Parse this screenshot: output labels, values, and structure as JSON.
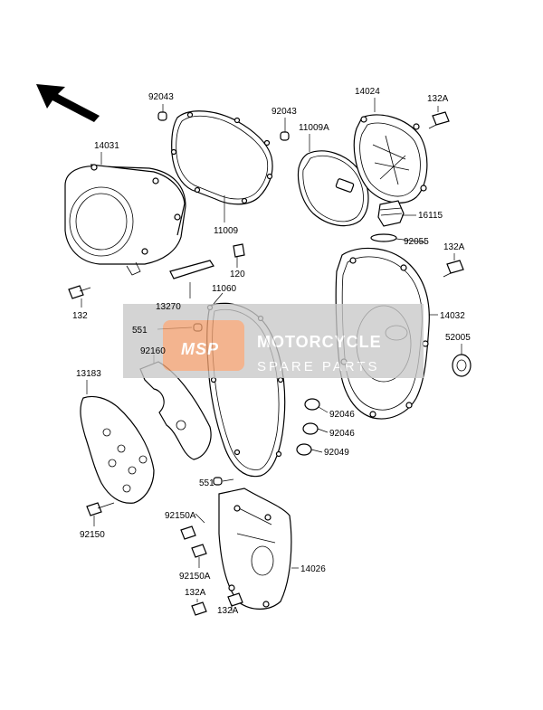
{
  "labels": {
    "p92043a": "92043",
    "p92043b": "92043",
    "p14024": "14024",
    "p132a_top": "132A",
    "p14031": "14031",
    "p11009a": "11009A",
    "p16115": "16115",
    "p11009": "11009",
    "p92055": "92055",
    "p132a_right": "132A",
    "p120": "120",
    "p13270": "13270",
    "p11060": "11060",
    "p132": "132",
    "p14032": "14032",
    "p551a": "551",
    "p92160": "92160",
    "p52005": "52005",
    "p13183": "13183",
    "p92046a": "92046",
    "p92046b": "92046",
    "p92049": "92049",
    "p551b": "551",
    "p92150a_1": "92150A",
    "p92150": "92150",
    "p14026": "14026",
    "p92150a_2": "92150A",
    "p132a_b1": "132A",
    "p132a_b2": "132A"
  },
  "watermark": {
    "logo": "MSP",
    "line1": "MOTORCYCLE",
    "line2": "SPARE PARTS"
  },
  "colors": {
    "watermark_panel": "#c8c8c8",
    "watermark_logo": "#f0a070",
    "ink": "#000000"
  }
}
